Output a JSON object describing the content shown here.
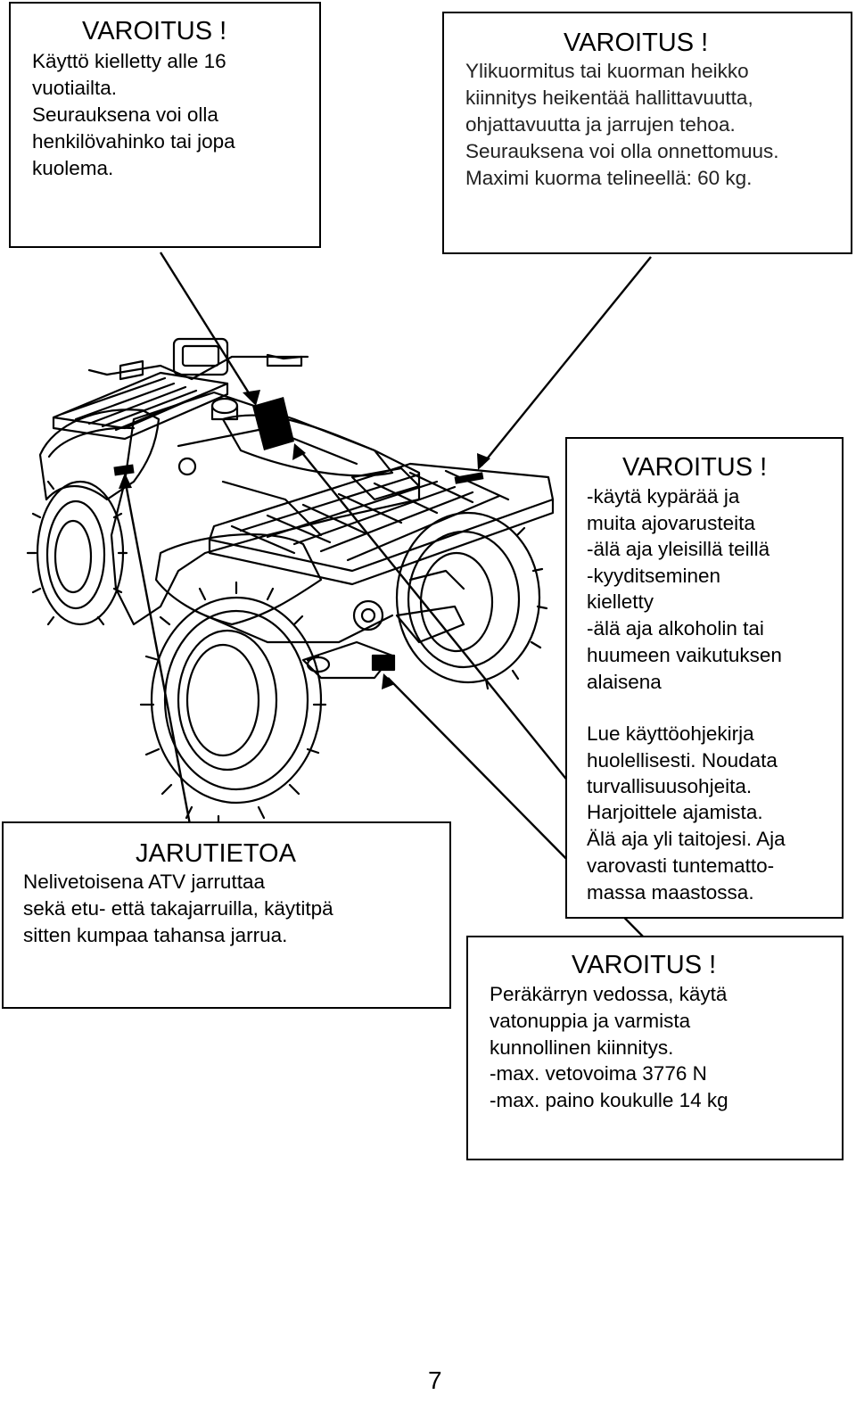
{
  "warning_age": {
    "title": "VAROITUS !",
    "lines": [
      "Käyttö kielletty alle 16",
      "vuotiailta.",
      "Seurauksena voi olla",
      "henkilövahinko tai jopa",
      "kuolema."
    ]
  },
  "warning_load": {
    "title": "VAROITUS !",
    "lines": [
      "Ylikuormitus tai kuorman heikko",
      "kiinnitys heikentää hallittavuutta,",
      "ohjattavuutta ja jarrujen tehoa.",
      "Seurauksena voi olla onnettomuus.",
      "Maximi kuorma telineellä: 60 kg."
    ]
  },
  "warning_rules": {
    "title": "VAROITUS !",
    "lines": [
      "-käytä kypärää ja",
      "muita ajovarusteita",
      "-älä aja yleisillä teillä",
      "-kyyditseminen",
      "kielletty",
      "-älä aja alkoholin tai",
      "huumeen vaikutuksen",
      "alaisena"
    ],
    "instructions": [
      "Lue käyttöohjekirja",
      "huolellisesti. Noudata",
      "turvallisuusohjeita.",
      "Harjoittele ajamista.",
      "Älä aja yli taitojesi. Aja",
      "varovasti tuntematto-",
      "massa maastossa."
    ]
  },
  "brake_info": {
    "title": "JARUTIETOA",
    "lines": [
      "Nelivetoisena ATV jarruttaa",
      "sekä etu- että takajarruilla, käytitpä",
      "sitten kumpaa tahansa jarrua."
    ]
  },
  "warning_trailer": {
    "title": "VAROITUS !",
    "lines": [
      "Peräkärryn vedossa, käytä",
      "vatonuppia ja varmista",
      "kunnollinen kiinnitys.",
      "-max. vetovoima 3776 N",
      "-max. paino koukulle 14 kg"
    ]
  },
  "page_number": "7"
}
